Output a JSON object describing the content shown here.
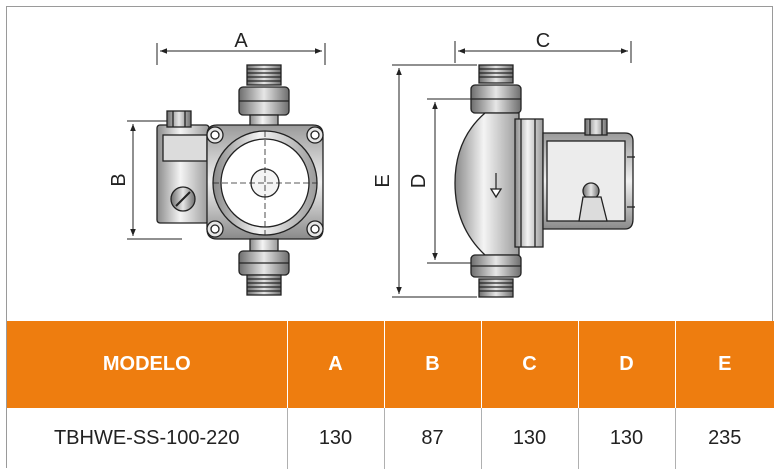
{
  "drawing": {
    "dimensions": {
      "a": "A",
      "b": "B",
      "c": "C",
      "d": "D",
      "e": "E"
    }
  },
  "table": {
    "headers": [
      "MODELO",
      "A",
      "B",
      "C",
      "D",
      "E"
    ],
    "rows": [
      [
        "TBHWE-SS-100-220",
        "130",
        "87",
        "130",
        "130",
        "235"
      ]
    ]
  },
  "colors": {
    "header_bg": "#ee7d0f",
    "header_text": "#ffffff",
    "line": "#222222"
  }
}
